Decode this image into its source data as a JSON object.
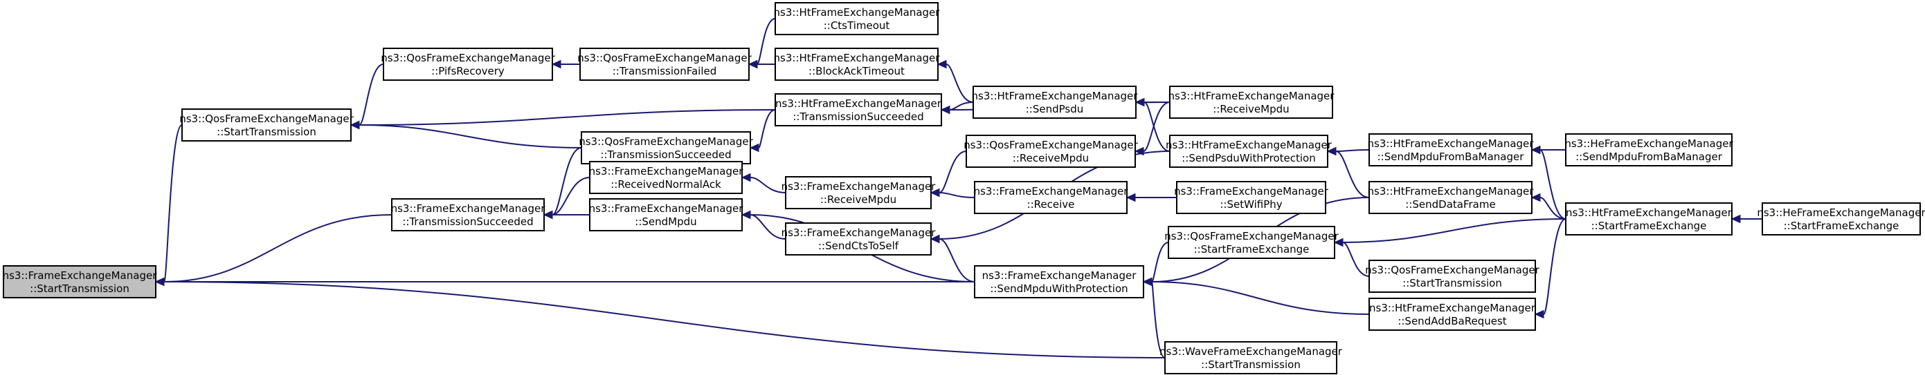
{
  "diagram": {
    "title": "",
    "nodes": {
      "root": [
        "ns3::FrameExchangeManager",
        "::StartTransmission"
      ],
      "qos_start": [
        "ns3::QosFrameExchangeManager",
        "::StartTransmission"
      ],
      "fem_tx_succ": [
        "ns3::FrameExchangeManager",
        "::TransmissionSucceeded"
      ],
      "wave_start": [
        "ns3::WaveFrameExchangeManager",
        "::StartTransmission"
      ],
      "fem_send_mpdu_prot": [
        "ns3::FrameExchangeManager",
        "::SendMpduWithProtection"
      ],
      "qos_pifs": [
        "ns3::QosFrameExchangeManager",
        "::PifsRecovery"
      ],
      "ht_tx_succ": [
        "ns3::HtFrameExchangeManager",
        "::TransmissionSucceeded"
      ],
      "qos_tx_succ": [
        "ns3::QosFrameExchangeManager",
        "::TransmissionSucceeded"
      ],
      "fem_recv_normal_ack": [
        "ns3::FrameExchangeManager",
        "::ReceivedNormalAck"
      ],
      "fem_send_mpdu": [
        "ns3::FrameExchangeManager",
        "::SendMpdu"
      ],
      "qos_tx_failed": [
        "ns3::QosFrameExchangeManager",
        "::TransmissionFailed"
      ],
      "fem_recv_mpdu": [
        "ns3::FrameExchangeManager",
        "::ReceiveMpdu"
      ],
      "fem_send_cts": [
        "ns3::FrameExchangeManager",
        "::SendCtsToSelf"
      ],
      "ht_cts_timeout": [
        "ns3::HtFrameExchangeManager",
        "::CtsTimeout"
      ],
      "ht_blockack_timeout": [
        "ns3::HtFrameExchangeManager",
        "::BlockAckTimeout"
      ],
      "ht_send_psdu": [
        "ns3::HtFrameExchangeManager",
        "::SendPsdu"
      ],
      "qos_recv_mpdu": [
        "ns3::QosFrameExchangeManager",
        "::ReceiveMpdu"
      ],
      "fem_receive": [
        "ns3::FrameExchangeManager",
        "::Receive"
      ],
      "ht_recv_mpdu": [
        "ns3::HtFrameExchangeManager",
        "::ReceiveMpdu"
      ],
      "ht_send_psdu_prot": [
        "ns3::HtFrameExchangeManager",
        "::SendPsduWithProtection"
      ],
      "fem_set_wifi_phy": [
        "ns3::FrameExchangeManager",
        "::SetWifiPhy"
      ],
      "qos_start_fe": [
        "ns3::QosFrameExchangeManager",
        "::StartFrameExchange"
      ],
      "qos_start_tx2": [
        "ns3::QosFrameExchangeManager",
        "::StartTransmission"
      ],
      "ht_send_addba": [
        "ns3::HtFrameExchangeManager",
        "::SendAddBaRequest"
      ],
      "ht_send_mpdu_ba": [
        "ns3::HtFrameExchangeManager",
        "::SendMpduFromBaManager"
      ],
      "ht_send_data": [
        "ns3::HtFrameExchangeManager",
        "::SendDataFrame"
      ],
      "he_send_mpdu_ba": [
        "ns3::HeFrameExchangeManager",
        "::SendMpduFromBaManager"
      ],
      "ht_start_fe": [
        "ns3::HtFrameExchangeManager",
        "::StartFrameExchange"
      ],
      "he_start_fe": [
        "ns3::HeFrameExchangeManager",
        "::StartFrameExchange"
      ]
    },
    "edges": [
      [
        "qos_start",
        "root"
      ],
      [
        "fem_tx_succ",
        "root"
      ],
      [
        "fem_send_mpdu_prot",
        "root"
      ],
      [
        "wave_start",
        "root"
      ],
      [
        "qos_pifs",
        "qos_start"
      ],
      [
        "ht_tx_succ",
        "qos_start"
      ],
      [
        "qos_tx_succ",
        "qos_start"
      ],
      [
        "qos_tx_succ",
        "fem_tx_succ"
      ],
      [
        "fem_recv_normal_ack",
        "fem_tx_succ"
      ],
      [
        "fem_send_mpdu",
        "fem_tx_succ"
      ],
      [
        "qos_tx_failed",
        "qos_pifs"
      ],
      [
        "ht_tx_succ",
        "qos_tx_succ"
      ],
      [
        "fem_recv_mpdu",
        "fem_recv_normal_ack"
      ],
      [
        "fem_send_cts",
        "fem_send_mpdu"
      ],
      [
        "fem_send_mpdu_prot",
        "fem_send_mpdu"
      ],
      [
        "ht_cts_timeout",
        "qos_tx_failed"
      ],
      [
        "ht_blockack_timeout",
        "qos_tx_failed"
      ],
      [
        "ht_send_psdu",
        "ht_tx_succ"
      ],
      [
        "ht_recv_mpdu",
        "ht_tx_succ"
      ],
      [
        "qos_recv_mpdu",
        "fem_recv_mpdu"
      ],
      [
        "fem_receive",
        "fem_recv_mpdu"
      ],
      [
        "ht_send_psdu_prot",
        "fem_send_cts"
      ],
      [
        "fem_send_mpdu_prot",
        "fem_send_cts"
      ],
      [
        "ht_recv_mpdu",
        "ht_send_psdu"
      ],
      [
        "ht_send_psdu_prot",
        "ht_send_psdu"
      ],
      [
        "ht_send_psdu",
        "ht_blockack_timeout"
      ],
      [
        "fem_set_wifi_phy",
        "fem_receive"
      ],
      [
        "ht_recv_mpdu",
        "qos_recv_mpdu"
      ],
      [
        "ht_send_mpdu_ba",
        "ht_send_psdu_prot"
      ],
      [
        "ht_send_data",
        "ht_send_psdu_prot"
      ],
      [
        "qos_start_fe",
        "fem_send_mpdu_prot"
      ],
      [
        "ht_send_addba",
        "fem_send_mpdu_prot"
      ],
      [
        "ht_send_data",
        "fem_send_mpdu_prot"
      ],
      [
        "wave_start",
        "fem_send_mpdu_prot"
      ],
      [
        "qos_start_tx2",
        "qos_start_fe"
      ],
      [
        "ht_start_fe",
        "qos_start_fe"
      ],
      [
        "he_send_mpdu_ba",
        "ht_send_mpdu_ba"
      ],
      [
        "ht_start_fe",
        "ht_send_mpdu_ba"
      ],
      [
        "ht_start_fe",
        "ht_send_data"
      ],
      [
        "ht_start_fe",
        "ht_send_addba"
      ],
      [
        "he_start_fe",
        "ht_start_fe"
      ]
    ]
  },
  "colors": {
    "edge": "#191970",
    "node_border": "#000000",
    "node_fill": "#ffffff",
    "root_fill": "#bfbfbf"
  }
}
